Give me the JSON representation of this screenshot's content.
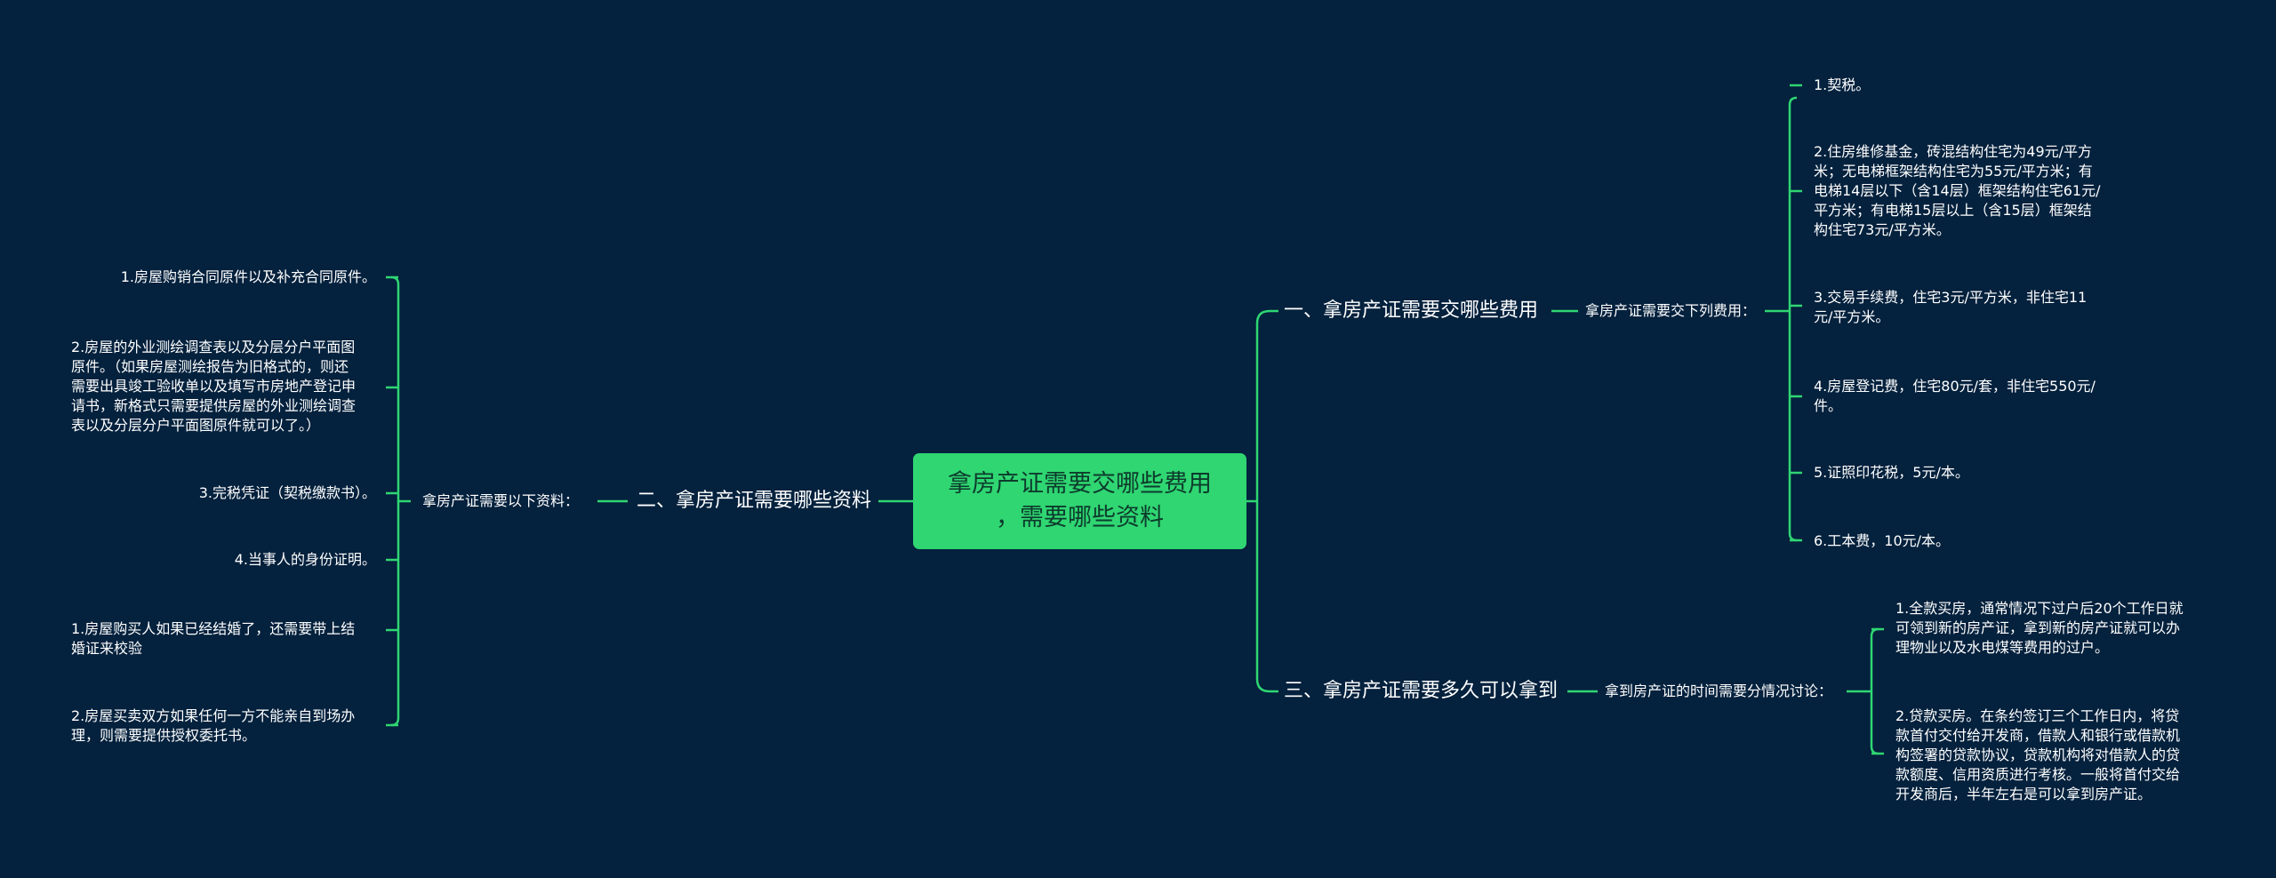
{
  "root": {
    "title": "拿房产证需要交哪些费用\n，需要哪些资料"
  },
  "branch_fees": {
    "title": "一、拿房产证需要交哪些费用",
    "sub": "拿房产证需要交下列费用：",
    "items": [
      "1.契税。",
      "2.住房维修基金，砖混结构住宅为49元/平方\n米；无电梯框架结构住宅为55元/平方米；有\n电梯14层以下（含14层）框架结构住宅61元/\n平方米；有电梯15层以上（含15层）框架结\n构住宅73元/平方米。",
      "3.交易手续费，住宅3元/平方米，非住宅11\n元/平方米。",
      "4.房屋登记费，住宅80元/套，非住宅550元/\n件。",
      "5.证照印花税，5元/本。",
      "6.工本费，10元/本。"
    ]
  },
  "branch_time": {
    "title": "三、拿房产证需要多久可以拿到",
    "sub": "拿到房产证的时间需要分情况讨论：",
    "items": [
      "1.全款买房，通常情况下过户后20个工作日就\n可领到新的房产证，拿到新的房产证就可以办\n理物业以及水电煤等费用的过户。",
      "2.贷款买房。在条约签订三个工作日内，将贷\n款首付交付给开发商，借款人和银行或借款机\n构签署的贷款协议，贷款机构将对借款人的贷\n款额度、信用资质进行考核。一般将首付交给\n开发商后，半年左右是可以拿到房产证。"
    ]
  },
  "branch_docs": {
    "title": "二、拿房产证需要哪些资料",
    "sub": "拿房产证需要以下资料：",
    "items": [
      "1.房屋购销合同原件以及补充合同原件。",
      "2.房屋的外业测绘调查表以及分层分户平面图\n原件。（如果房屋测绘报告为旧格式的，则还\n需要出具竣工验收单以及填写市房地产登记申\n请书，新格式只需要提供房屋的外业测绘调查\n表以及分层分户平面图原件就可以了。）",
      "3.完税凭证（契税缴款书）。",
      "4.当事人的身份证明。",
      "1.房屋购买人如果已经结婚了，还需要带上结\n婚证来校验",
      "2.房屋买卖双方如果任何一方不能亲自到场办\n理，则需要提供授权委托书。"
    ]
  },
  "colors": {
    "background": "#04213d",
    "accent": "#2fd672",
    "text": "#ffffff"
  }
}
